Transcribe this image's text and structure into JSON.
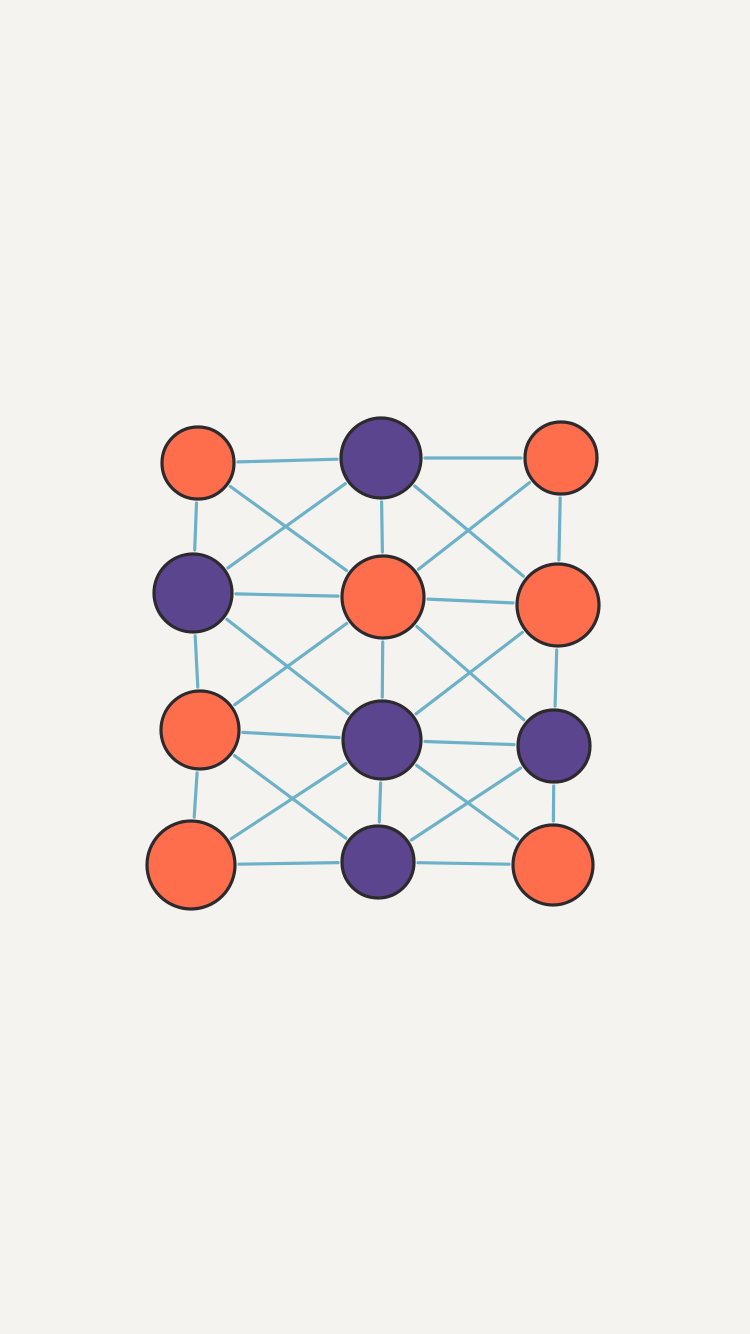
{
  "colors": {
    "background": "#f4f3f0",
    "orange": "#ff6e4c",
    "purple": "#5b458f",
    "edge": "#6db1c9",
    "outline": "#2c2a2c"
  },
  "nodes": [
    {
      "id": "n1",
      "color": "orange"
    },
    {
      "id": "n2",
      "color": "purple"
    },
    {
      "id": "n3",
      "color": "orange"
    },
    {
      "id": "n4",
      "color": "purple"
    },
    {
      "id": "n5",
      "color": "orange"
    },
    {
      "id": "n6",
      "color": "orange"
    },
    {
      "id": "n7",
      "color": "orange"
    },
    {
      "id": "n8",
      "color": "purple"
    },
    {
      "id": "n9",
      "color": "purple"
    },
    {
      "id": "n10",
      "color": "orange"
    },
    {
      "id": "n11",
      "color": "purple"
    },
    {
      "id": "n12",
      "color": "orange"
    }
  ],
  "edges": [
    [
      "n1",
      "n2"
    ],
    [
      "n2",
      "n3"
    ],
    [
      "n1",
      "n4"
    ],
    [
      "n2",
      "n5"
    ],
    [
      "n3",
      "n6"
    ],
    [
      "n1",
      "n5"
    ],
    [
      "n2",
      "n4"
    ],
    [
      "n2",
      "n6"
    ],
    [
      "n3",
      "n5"
    ],
    [
      "n4",
      "n5"
    ],
    [
      "n5",
      "n6"
    ],
    [
      "n4",
      "n7"
    ],
    [
      "n5",
      "n8"
    ],
    [
      "n6",
      "n9"
    ],
    [
      "n4",
      "n8"
    ],
    [
      "n5",
      "n7"
    ],
    [
      "n5",
      "n9"
    ],
    [
      "n6",
      "n8"
    ],
    [
      "n7",
      "n8"
    ],
    [
      "n8",
      "n9"
    ],
    [
      "n7",
      "n10"
    ],
    [
      "n8",
      "n11"
    ],
    [
      "n9",
      "n12"
    ],
    [
      "n7",
      "n11"
    ],
    [
      "n8",
      "n10"
    ],
    [
      "n8",
      "n12"
    ],
    [
      "n9",
      "n11"
    ],
    [
      "n10",
      "n11"
    ],
    [
      "n11",
      "n12"
    ]
  ]
}
